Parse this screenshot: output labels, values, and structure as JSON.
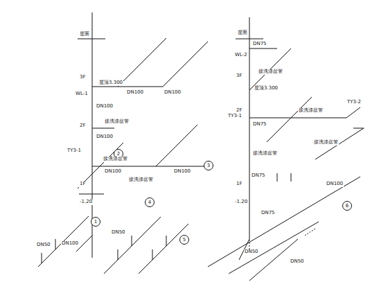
{
  "diagram": {
    "nodes": [
      {
        "text": [
          "2"
        ]
      },
      {
        "text": [
          "3"
        ]
      },
      {
        "text": [
          "4"
        ]
      },
      {
        "text": [
          "1"
        ]
      },
      {
        "text": [
          "5"
        ]
      },
      {
        "text": [
          "6"
        ]
      }
    ],
    "labels": [
      "屋面",
      "3F",
      "WL-1",
      "屋顶3.300",
      "DN100",
      "DN100",
      "DN100",
      "接洗涤盆管",
      "2F",
      "DN100",
      "接洗涤盆管",
      "TY3-1",
      "DN100",
      "DN100",
      "接洗涤盆管",
      "1F",
      "-1.20",
      "DN100",
      "DN50",
      "DN50",
      "屋面",
      "WL-2",
      "DN75",
      "3F",
      "屋顶3.300",
      "DN75",
      "接洗涤盆管",
      "TY3-1",
      "接洗涤盆管",
      "TY3-2",
      "2F",
      "DN75",
      "接洗涤盆管",
      "接洗涤盆管",
      "1F",
      "-1.20",
      "DN100",
      "DN75",
      "DN50",
      "DN50"
    ]
  }
}
